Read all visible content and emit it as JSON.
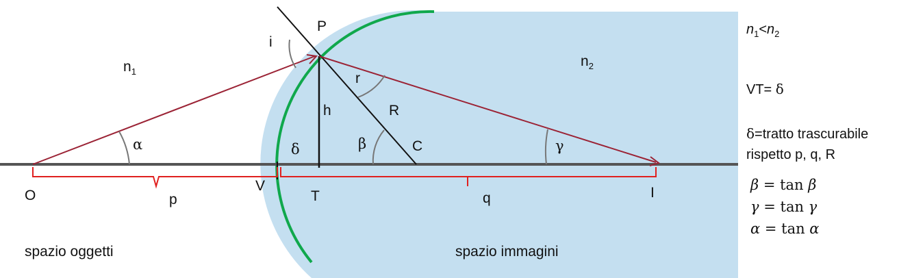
{
  "labels": {
    "P": "P",
    "i": "i",
    "n1": "n",
    "n1_sub": "1",
    "n2": "n",
    "n2_sub": "2",
    "r": "r",
    "h": "h",
    "R": "R",
    "beta": "β",
    "delta": "δ",
    "C": "C",
    "alpha": "α",
    "gamma": "γ",
    "O": "O",
    "V": "V",
    "T": "T",
    "I": "I",
    "p": "p",
    "q": "q",
    "object_space": "spazio oggetti",
    "image_space": "spazio immagini"
  },
  "side": {
    "condition": {
      "n": "n",
      "sub1": "1",
      "lt": "<",
      "sub2": "2"
    },
    "vt_text": "VT= ",
    "vt_delta": "δ",
    "delta_sym": "δ",
    "delta_def_1": "=tratto trascurabile",
    "delta_def_2": "rispetto p, q, R",
    "formulas": [
      {
        "lhs": "β",
        "eq": " = tan ",
        "rhs": "β"
      },
      {
        "lhs": "γ",
        "eq": " = tan ",
        "rhs": "γ"
      },
      {
        "lhs": "α",
        "eq": " = tan ",
        "rhs": "α"
      }
    ]
  },
  "colors": {
    "medium_fill": "#c4dff0",
    "surface_green": "#10a84c",
    "ray_red": "#9b2335",
    "brace_red": "#e0201f",
    "axis_gray": "#555555",
    "line_black": "#111111"
  }
}
